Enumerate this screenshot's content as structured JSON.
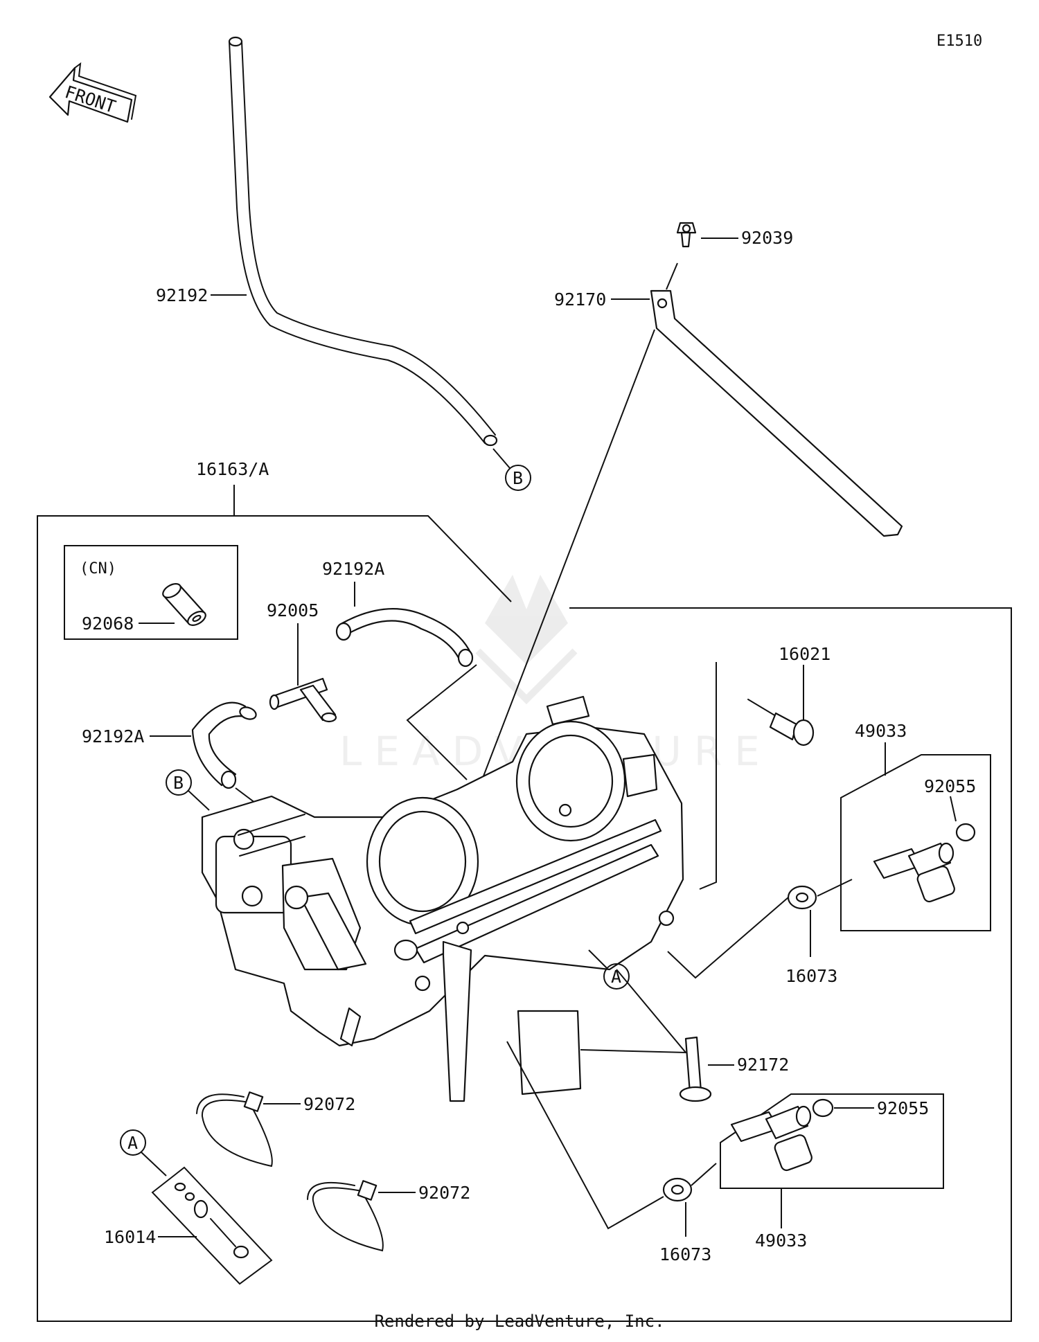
{
  "figure_code": "E1510",
  "front_arrow_label": "FRONT",
  "watermark": "LEADVENTURE",
  "footer": "Rendered by LeadVenture, Inc.",
  "assembly_box_label": "16163/A",
  "variant_box_label": "(CN)",
  "callouts": {
    "a": "A",
    "b": "B"
  },
  "parts": {
    "breather_hose": "92192",
    "band_clip": "92039",
    "band": "92170",
    "plug": "92068",
    "joint": "92005",
    "hose_upper": "92192A",
    "hose_left": "92192A",
    "screw_16021": "16021",
    "injector_top": "49033",
    "ring_top": "92055",
    "seal_top": "16073",
    "screw_92172": "92172",
    "ring_bottom": "92055",
    "seal_bottom": "16073",
    "injector_bottom": "49033",
    "clamp_upper": "92072",
    "clamp_lower": "92072",
    "screw_set": "16014"
  }
}
